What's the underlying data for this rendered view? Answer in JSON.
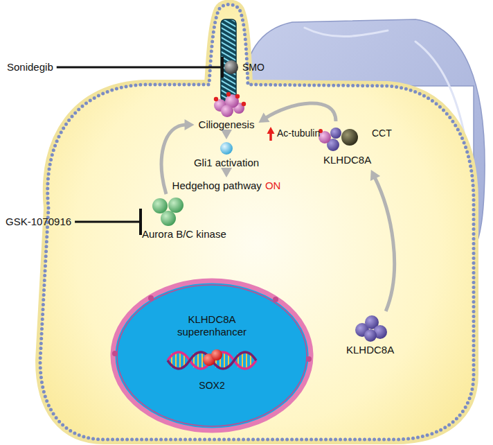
{
  "diagram": {
    "nodes": [
      {
        "text": [
          "Sonidegib"
        ]
      },
      {
        "text": [
          "SMO"
        ]
      },
      {
        "text": [
          "Ciliogenesis"
        ]
      },
      {
        "text": [
          "Gli1 activation"
        ]
      },
      {
        "text": [
          "Hedgehog pathway",
          "ON"
        ]
      },
      {
        "text": [
          "CCT",
          "KLHDC8A"
        ]
      },
      {
        "text": [
          "GSK-1070916"
        ]
      },
      {
        "text": [
          "Aurora B/C kinase"
        ]
      },
      {
        "text": [
          "KLHDC8A superenhancer",
          "SOX2"
        ]
      },
      {
        "text": [
          "KLHDC8A"
        ]
      }
    ],
    "edges": [
      {
        "from": 0,
        "to": 1,
        "arrow": "to"
      },
      {
        "from": 6,
        "to": 7,
        "arrow": "to"
      },
      {
        "from": 7,
        "to": 2,
        "arrow": "to"
      },
      {
        "from": 5,
        "to": 2,
        "arrow": "to"
      },
      {
        "from": 9,
        "to": 5,
        "arrow": "to"
      },
      {
        "from": 2,
        "to": 3,
        "arrow": "to"
      },
      {
        "from": 3,
        "to": 4,
        "arrow": "to"
      }
    ],
    "labels": [
      "Ac-tubulin"
    ]
  }
}
